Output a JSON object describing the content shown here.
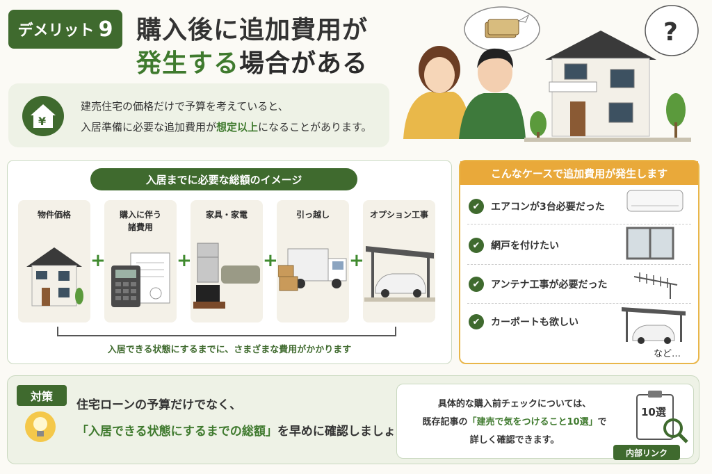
{
  "header": {
    "tag_label": "デメリット",
    "tag_number": "9",
    "title_line1": "購入後に追加費用が",
    "title_line2_highlight": "発生する",
    "title_line2_rest": "場合がある"
  },
  "intro": {
    "icon": "home-yen-icon",
    "line1": "建売住宅の価格だけで予算を考えていると、",
    "line2_a": "入居準備に必要な追加費用が",
    "line2_highlight": "想定以上",
    "line2_b": "になることがあります。"
  },
  "total_panel": {
    "heading": "入居までに必要な総額のイメージ",
    "items": [
      {
        "label": "物件価格",
        "icon": "house-icon"
      },
      {
        "label": "購入に伴う\n諸費用",
        "icon": "calculator-document-icon"
      },
      {
        "label": "家具・家電",
        "icon": "furniture-appliance-icon"
      },
      {
        "label": "引っ越し",
        "icon": "moving-truck-icon"
      },
      {
        "label": "オプション工事",
        "icon": "carport-icon"
      }
    ],
    "plus_symbol": "+",
    "bracket_note": "入居できる状態にするまでに、さまざまな費用がかかります"
  },
  "cases_panel": {
    "heading": "こんなケースで追加費用が発生します",
    "items": [
      {
        "label": "エアコンが3台必要だった",
        "icon": "air-conditioner-icon"
      },
      {
        "label": "網戸を付けたい",
        "icon": "window-screen-icon"
      },
      {
        "label": "アンテナ工事が必要だった",
        "icon": "antenna-icon"
      },
      {
        "label": "カーポートも欲しい",
        "icon": "carport-icon"
      }
    ],
    "etc": "など…"
  },
  "solution": {
    "tag": "対策",
    "line1": "住宅ローンの予算だけでなく、",
    "line2_highlight": "「入居できる状態にするまでの総額」",
    "line2_rest": "を早めに確認しましょう。"
  },
  "link_box": {
    "line1": "具体的な購入前チェックについては、",
    "line2_a": "既存記事の",
    "line2_highlight": "「建売で気をつけること10選」",
    "line2_b": "で",
    "line3": "詳しく確認できます。",
    "clipboard_text": "10選",
    "badge": "内部リンク"
  },
  "colors": {
    "green": "#3f6a2e",
    "orange": "#e9a93a",
    "light_green": "#eef2e6"
  }
}
